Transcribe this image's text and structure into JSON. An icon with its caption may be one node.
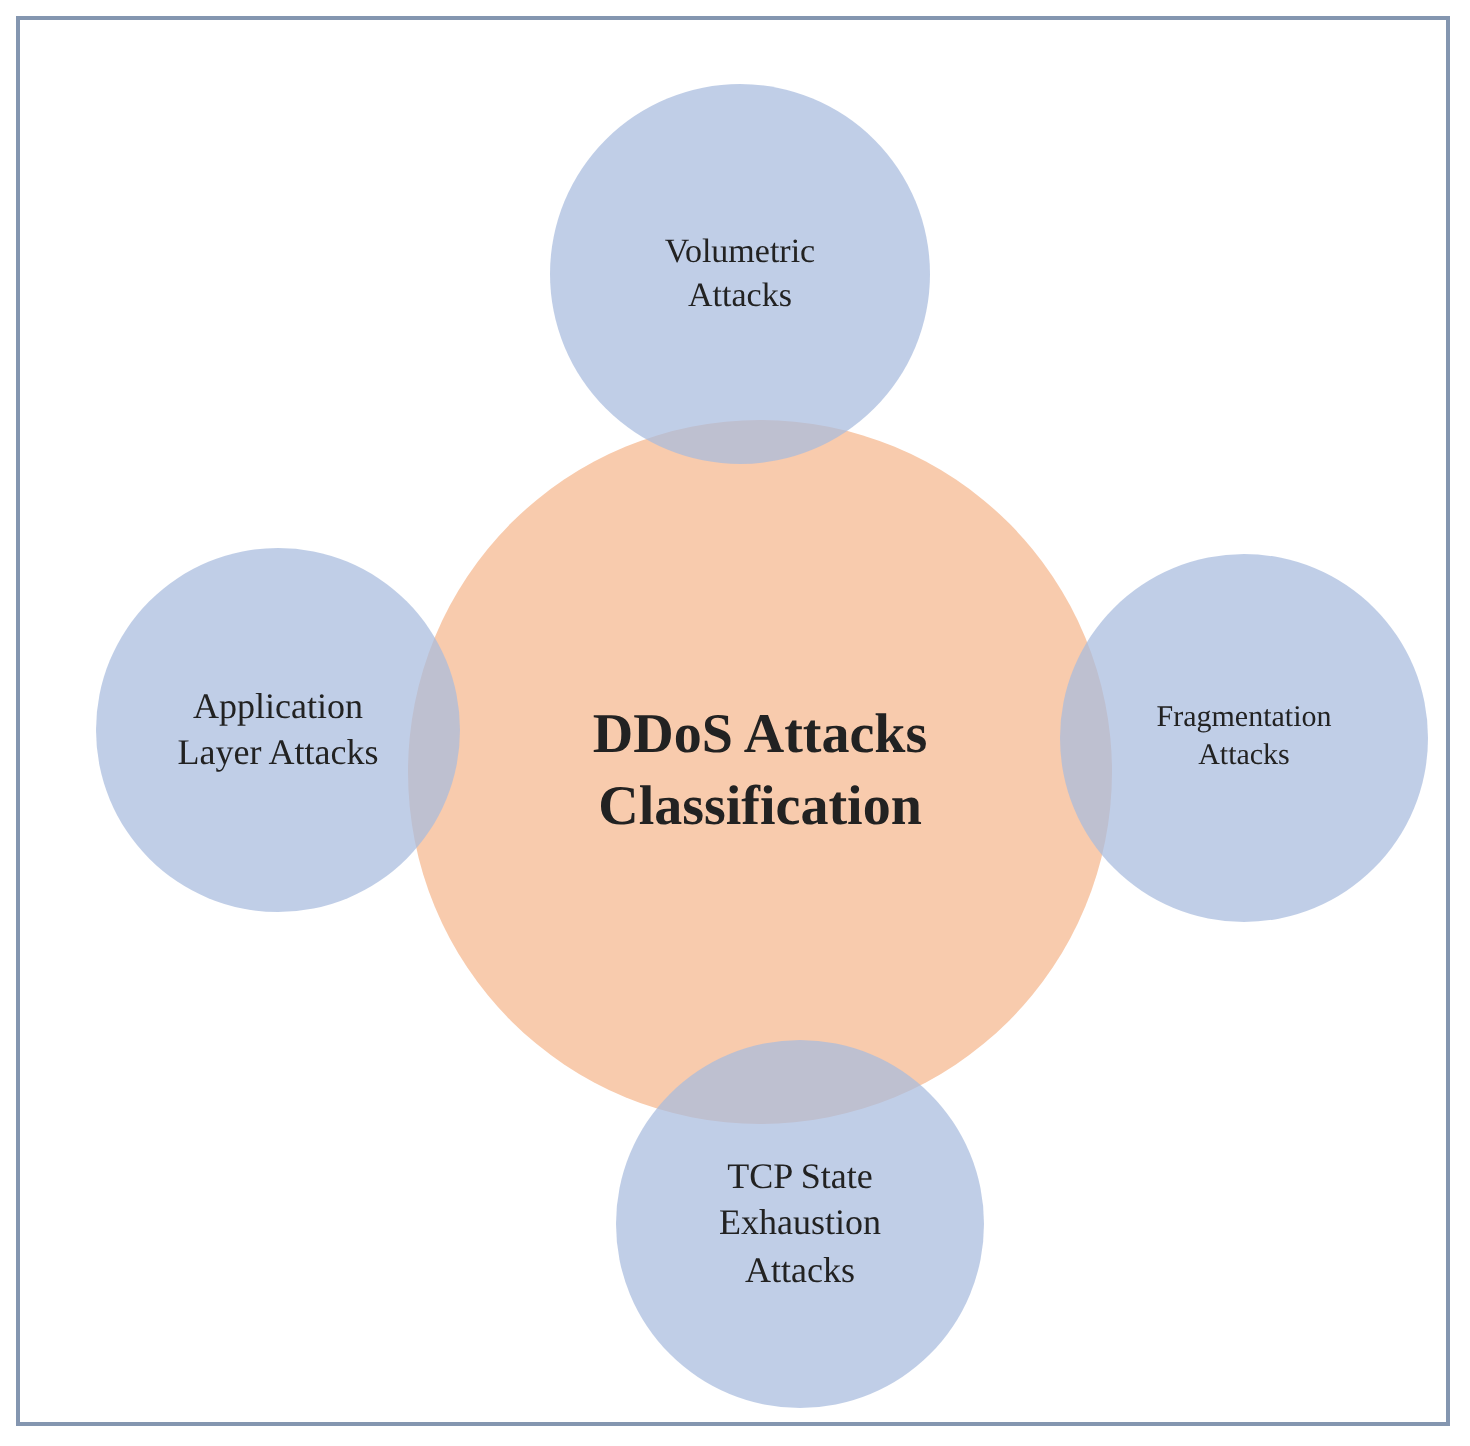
{
  "diagram": {
    "nodes": [
      {
        "text": [
          "Volumetric Attacks"
        ]
      },
      {
        "text": [
          "Application Layer Attacks"
        ]
      },
      {
        "text": [
          "DDoS Attacks Classification"
        ]
      },
      {
        "text": [
          "Fragmentation Attacks"
        ]
      },
      {
        "text": [
          "TCP State Exhaustion Attacks"
        ]
      }
    ],
    "edges": []
  }
}
